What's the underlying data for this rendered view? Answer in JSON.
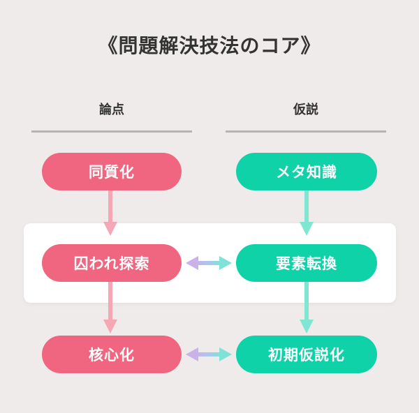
{
  "title": "《問題解決技法のコア》",
  "columns": {
    "left": "論点",
    "right": "仮説"
  },
  "left_nodes": [
    "同質化",
    "囚われ探索",
    "核心化"
  ],
  "right_nodes": [
    "メタ知識",
    "要素転換",
    "初期仮説化"
  ],
  "colors": {
    "background": "#efebea",
    "pink": "#f0657f",
    "teal": "#0fd2a9",
    "pink_arrow": "#f6a7b6",
    "teal_arrow": "#7fe6d2",
    "cross_arrow_left": "#c8b3ea",
    "cross_arrow_right": "#7ee3d6"
  }
}
